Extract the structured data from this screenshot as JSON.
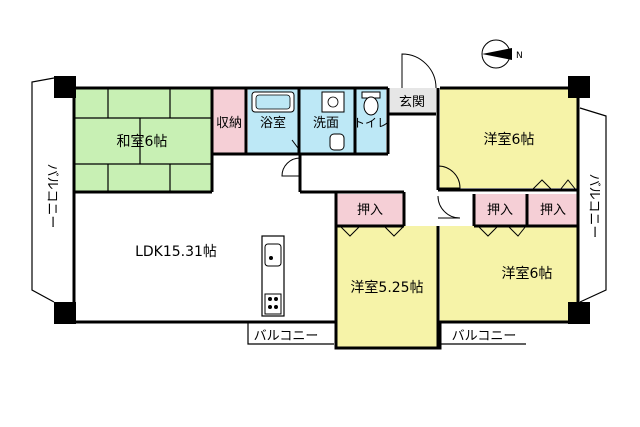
{
  "floor_plan": {
    "rooms": [
      {
        "id": "washitsu",
        "label": "和室6帖",
        "color": "#c8f0b4"
      },
      {
        "id": "shuno",
        "label": "収納",
        "color": "#f5cfd6"
      },
      {
        "id": "yokushitsu",
        "label": "浴室",
        "color": "#bde8f6"
      },
      {
        "id": "senmen",
        "label": "洗面",
        "color": "#bde8f6"
      },
      {
        "id": "toire",
        "label": "トイレ",
        "color": "#bde8f6"
      },
      {
        "id": "genkan",
        "label": "玄関",
        "color": "#e6e6e6"
      },
      {
        "id": "yoshitsu-ne",
        "label": "洋室6帖",
        "color": "#f6f3a8"
      },
      {
        "id": "oshiire-center",
        "label": "押入",
        "color": "#f5cfd6"
      },
      {
        "id": "oshiire-right-1",
        "label": "押入",
        "color": "#f5cfd6"
      },
      {
        "id": "oshiire-right-2",
        "label": "押入",
        "color": "#f5cfd6"
      },
      {
        "id": "ldk",
        "label": "LDK15.31帖",
        "color": "#ffffff"
      },
      {
        "id": "yoshitsu-center",
        "label": "洋室5.25帖",
        "color": "#f6f3a8"
      },
      {
        "id": "yoshitsu-se",
        "label": "洋室6帖",
        "color": "#f6f3a8"
      }
    ],
    "balconies": {
      "left": "バルコニー",
      "right": "バルコニー",
      "bottom_center": "バルコニー",
      "bottom_right": "バルコニー"
    },
    "compass": {
      "north_label": "N"
    }
  }
}
